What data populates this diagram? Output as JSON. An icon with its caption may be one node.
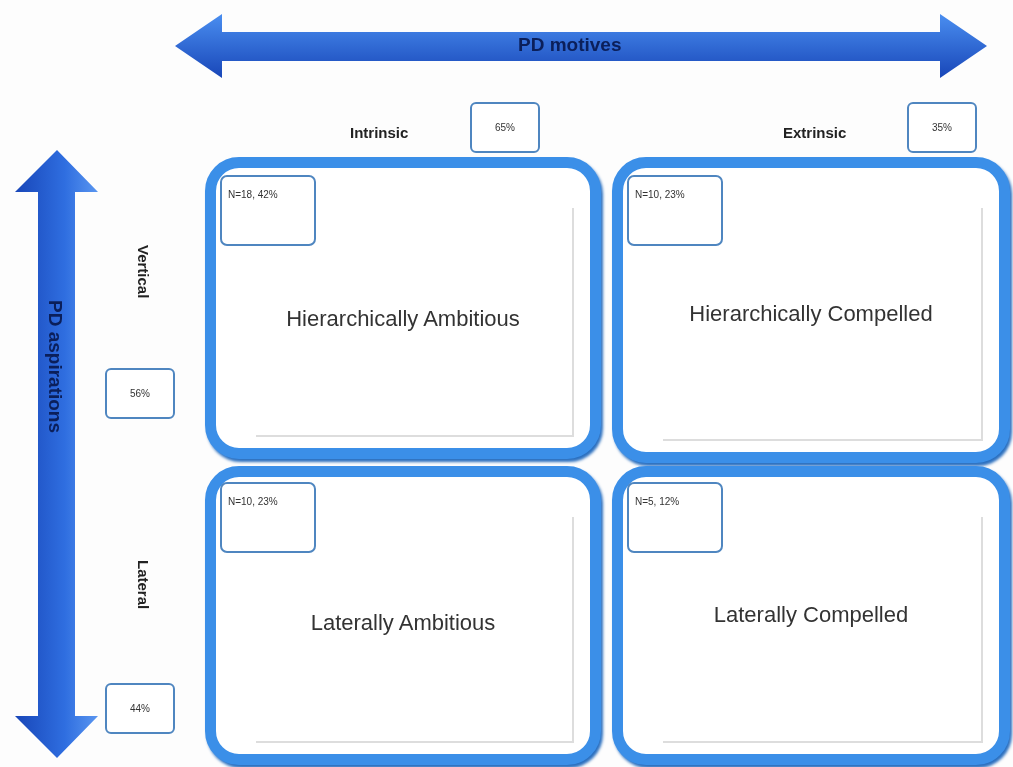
{
  "diagram": {
    "nodes": [
      {
        "text": [
          "65%"
        ]
      },
      {
        "text": [
          "35%"
        ]
      },
      {
        "text": [
          "Hierarchically Ambitious"
        ]
      },
      {
        "text": [
          "N=18, 42%"
        ],
        "in": 2
      },
      {
        "text": [
          "Hierarchically Compelled"
        ]
      },
      {
        "text": [
          "N=10, 23%"
        ],
        "in": 4
      },
      {
        "text": [
          "56%"
        ]
      },
      {
        "text": [
          "Laterally Ambitious"
        ]
      },
      {
        "text": [
          "N=10, 23%"
        ],
        "in": 7
      },
      {
        "text": [
          "Laterally Compelled"
        ]
      },
      {
        "text": [
          "N=5, 12%"
        ],
        "in": 9
      },
      {
        "text": [
          "44%"
        ]
      }
    ],
    "labels": [
      "PD motives",
      "Intrinsic",
      "Extrinsic",
      "PD aspirations",
      "Vertical",
      "Lateral"
    ]
  }
}
